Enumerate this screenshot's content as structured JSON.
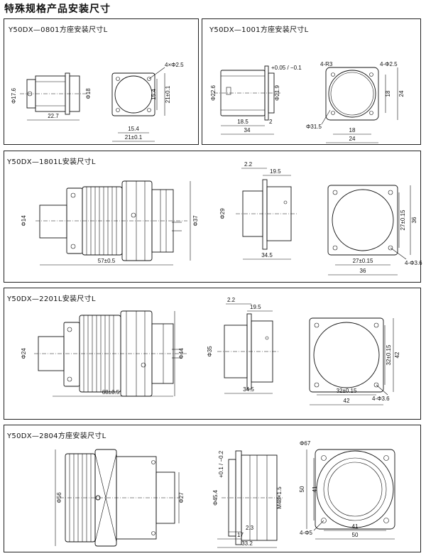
{
  "page": {
    "title": "特殊规格产品安装尺寸"
  },
  "panels": {
    "p0801": {
      "label": "Y50DX—0801方座安装尺寸L",
      "dims": {
        "d176": "Φ17.6",
        "d18": "Φ18",
        "l227": "22.7",
        "h4x25": "4×Φ2.5",
        "v154": "15.4",
        "v21": "21±0.1",
        "h154": "15.4",
        "h21": "21±0.1"
      }
    },
    "p1001": {
      "label": "Y50DX—1001方座安装尺寸L",
      "dims": {
        "d226": "Φ22.6",
        "d219": "Φ21.9",
        "d219tol": "+0.05 / −0.1",
        "l185": "18.5",
        "l2": "2",
        "l34": "34",
        "r3": "4-R3",
        "h4x25": "4-Φ2.5",
        "d315": "Φ31.5",
        "v18": "18",
        "v24": "24",
        "h18": "18",
        "h24": "24"
      }
    },
    "p1801": {
      "label": "Y50DX—1801L安装尺寸L",
      "dims": {
        "d14": "Φ14",
        "d37": "Φ37",
        "l57": "57±0.5",
        "t22": "2.2",
        "t195": "19.5",
        "d29": "Φ29",
        "l345": "34.5",
        "v27": "27±0.15",
        "v36": "36",
        "h27": "27±0.15",
        "h36": "36",
        "h4x36": "4-Φ3.6"
      }
    },
    "p2201": {
      "label": "Y50DX—2201L安装尺寸L",
      "dims": {
        "d24": "Φ24",
        "d44": "Φ44",
        "l68": "68±0.5",
        "t22": "2.2",
        "t195": "19.5",
        "d35": "Φ35",
        "l345": "34.5",
        "v32": "32±0.15",
        "v42": "42",
        "h32": "32±0.15",
        "h42": "42",
        "h4x36": "4-Φ3.6"
      }
    },
    "p2804": {
      "label": "Y50DX—2804方座安装尺寸L",
      "dims": {
        "d56": "Φ56",
        "d27": "Φ27",
        "d454": "Φ45.4",
        "d454tol": "+0.1 / −0.2",
        "m48": "M48×1.5",
        "l17": "17",
        "l23": "2.3",
        "l332": "33.2",
        "d67": "Φ67",
        "v50": "50",
        "v41": "41",
        "h41": "41",
        "h50": "50",
        "h4x5": "4-Φ5"
      }
    }
  }
}
